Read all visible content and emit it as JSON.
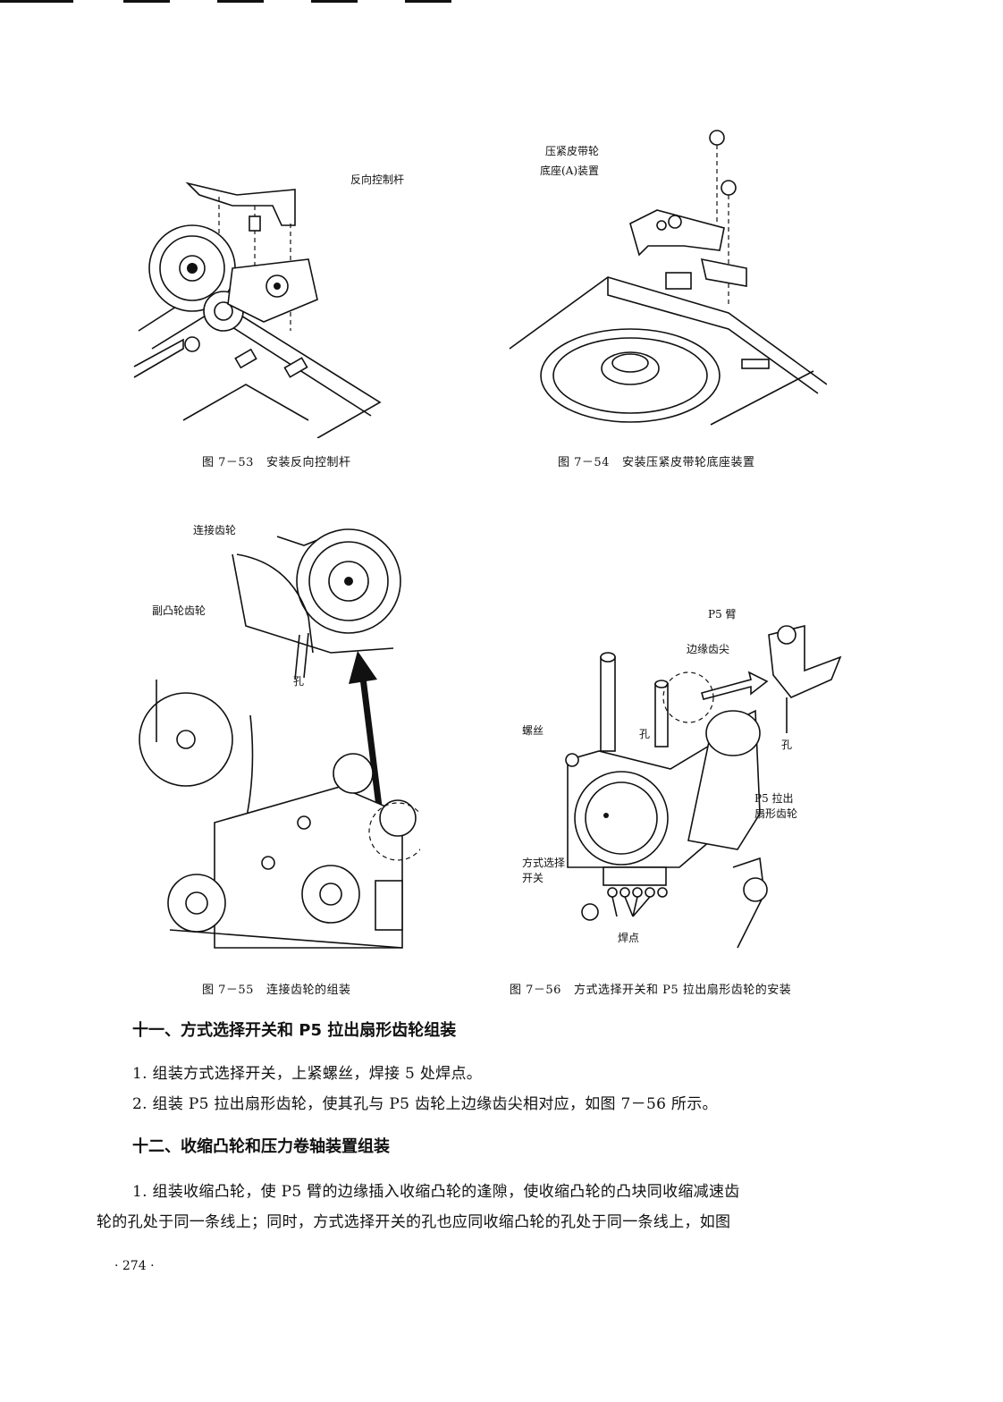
{
  "figures": {
    "f53": {
      "number": "图 7－53",
      "title": "安装反向控制杆",
      "callouts": {
        "lever": "反向控制杆"
      }
    },
    "f54": {
      "number": "图 7－54",
      "title": "安装压紧皮带轮底座装置",
      "callouts": {
        "line1": "压紧皮带轮",
        "line2": "底座(A)装置"
      }
    },
    "f55": {
      "number": "图 7－55",
      "title": "连接齿轮的组装",
      "callouts": {
        "connect_gear": "连接齿轮",
        "sub_cam_gear": "副凸轮齿轮",
        "hole": "孔"
      }
    },
    "f56": {
      "number": "图 7－56",
      "title": "方式选择开关和 P5 拉出扇形齿轮的安装",
      "callouts": {
        "p5_arm": "P5 臂",
        "edge_tooth": "边缘齿尖",
        "screw": "螺丝",
        "hole_a": "孔",
        "hole_b": "孔",
        "p5_sector_1": "P5 拉出",
        "p5_sector_2": "扇形齿轮",
        "mode_switch_1": "方式选择",
        "mode_switch_2": "开关",
        "solder": "焊点"
      }
    }
  },
  "section11": {
    "heading": "十一、方式选择开关和 P5 拉出扇形齿轮组装",
    "p1": "1. 组装方式选择开关，上紧螺丝，焊接 5 处焊点。",
    "p2": "2. 组装 P5 拉出扇形齿轮，使其孔与 P5 齿轮上边缘齿尖相对应，如图 7－56 所示。"
  },
  "section12": {
    "heading": "十二、收缩凸轮和压力卷轴装置组装",
    "p1_line1": "1. 组装收缩凸轮，使 P5 臂的边缘插入收缩凸轮的逢隙，使收缩凸轮的凸块同收缩减速齿",
    "p1_line2": "轮的孔处于同一条线上；同时，方式选择开关的孔也应同收缩凸轮的孔处于同一条线上，如图"
  },
  "page_number": "· 274 ·"
}
